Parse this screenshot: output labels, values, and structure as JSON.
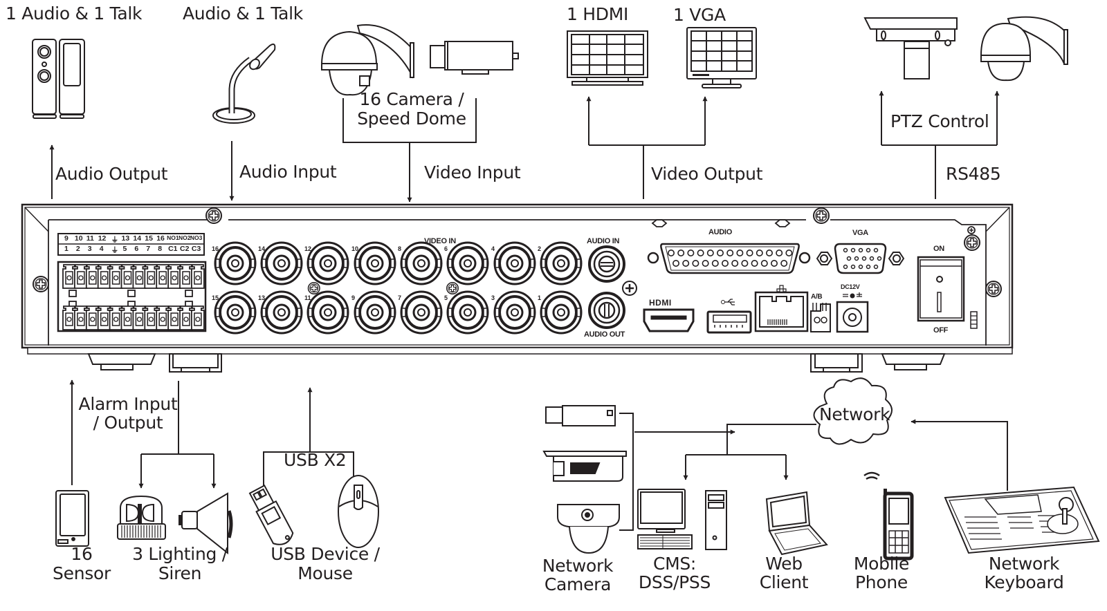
{
  "title": "DVR rear panel connection diagram",
  "top_devices": {
    "audio_output": {
      "device_label": "1 Audio  & 1 Talk",
      "link_label": "Audio  Output"
    },
    "audio_input": {
      "device_label": "Audio & 1 Talk",
      "link_label": "Audio  Input"
    },
    "video_input": {
      "device_label_line1": "16 Camera /",
      "device_label_line2": "Speed Dome",
      "link_label": "Video Input"
    },
    "video_output": {
      "hdmi_label": "1 HDMI",
      "vga_label": "1 VGA",
      "link_label": "Video Output"
    },
    "ptz": {
      "device_label": "PTZ Control",
      "link_label": "RS485"
    }
  },
  "panel": {
    "alarm_terminal": {
      "top_row": [
        "9",
        "10",
        "11",
        "12",
        "⏚",
        "13",
        "14",
        "15",
        "16",
        "NO1",
        "NO2",
        "NO3"
      ],
      "bottom_row": [
        "1",
        "2",
        "3",
        "4",
        "⏚",
        "5",
        "6",
        "7",
        "8",
        "C1",
        "C2",
        "C3"
      ]
    },
    "video_in_label": "VIDEO IN",
    "bnc_top_row": [
      "16",
      "14",
      "12",
      "10",
      "8",
      "6",
      "4",
      "2"
    ],
    "bnc_bottom_row": [
      "15",
      "13",
      "11",
      "9",
      "7",
      "5",
      "3",
      "1"
    ],
    "audio_in_label": "AUDIO IN",
    "audio_out_label": "AUDIO OUT",
    "audio_db_label": "AUDIO",
    "vga_label": "VGA",
    "hdmi_label": "HDMI",
    "rs485_label": "A/B",
    "power_label": "DC12V",
    "switch_on_label": "ON",
    "switch_off_label": "OFF"
  },
  "bottom_devices": {
    "alarm": {
      "link_label_line1": "Alarm Input",
      "link_label_line2": "/ Output",
      "sensor_line1": "16",
      "sensor_line2": "Sensor",
      "siren_line1": "3 Lighting /",
      "siren_line2": "Siren"
    },
    "usb": {
      "link_label": "USB X2",
      "device_line1": "USB Device /",
      "device_line2": "Mouse"
    },
    "network": {
      "cloud_label": "Network",
      "camera_line1": "Network",
      "camera_line2": "Camera",
      "cms_line1": "CMS:",
      "cms_line2": "DSS/PSS",
      "web_line1": "Web",
      "web_line2": "Client",
      "mobile_line1": "Mobile",
      "mobile_line2": "Phone",
      "keyboard_line1": "Network",
      "keyboard_line2": "Keyboard"
    }
  },
  "colors": {
    "ink": "#231f20",
    "background": "#ffffff"
  }
}
